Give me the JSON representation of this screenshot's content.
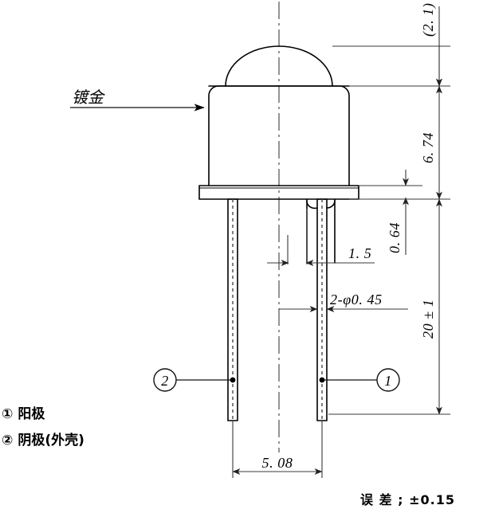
{
  "drawing": {
    "title_hidden": "",
    "callout_label": "镀金",
    "balloons": [
      {
        "id": "1",
        "symbol": "1"
      },
      {
        "id": "2",
        "symbol": "2"
      }
    ],
    "dimensions": {
      "dome_height": "(2. 1)",
      "body_height": "6. 74",
      "flange_thickness": "0. 64",
      "lead_pitch_inner": "1. 5",
      "lead_diameter": "2-φ0. 45",
      "lead_length": "20 ± 1",
      "lead_spacing": "5. 08"
    },
    "legend": {
      "anode_mark": "①",
      "anode_text": "阳极",
      "cathode_mark": "②",
      "cathode_text": "阴极(外壳)"
    },
    "tolerance_note": "误 差 ;  ±0.15",
    "colors": {
      "outline": "#000000",
      "dimension": "#3a3a3a",
      "centerline": "#5a5a5a",
      "background": "#ffffff"
    }
  }
}
